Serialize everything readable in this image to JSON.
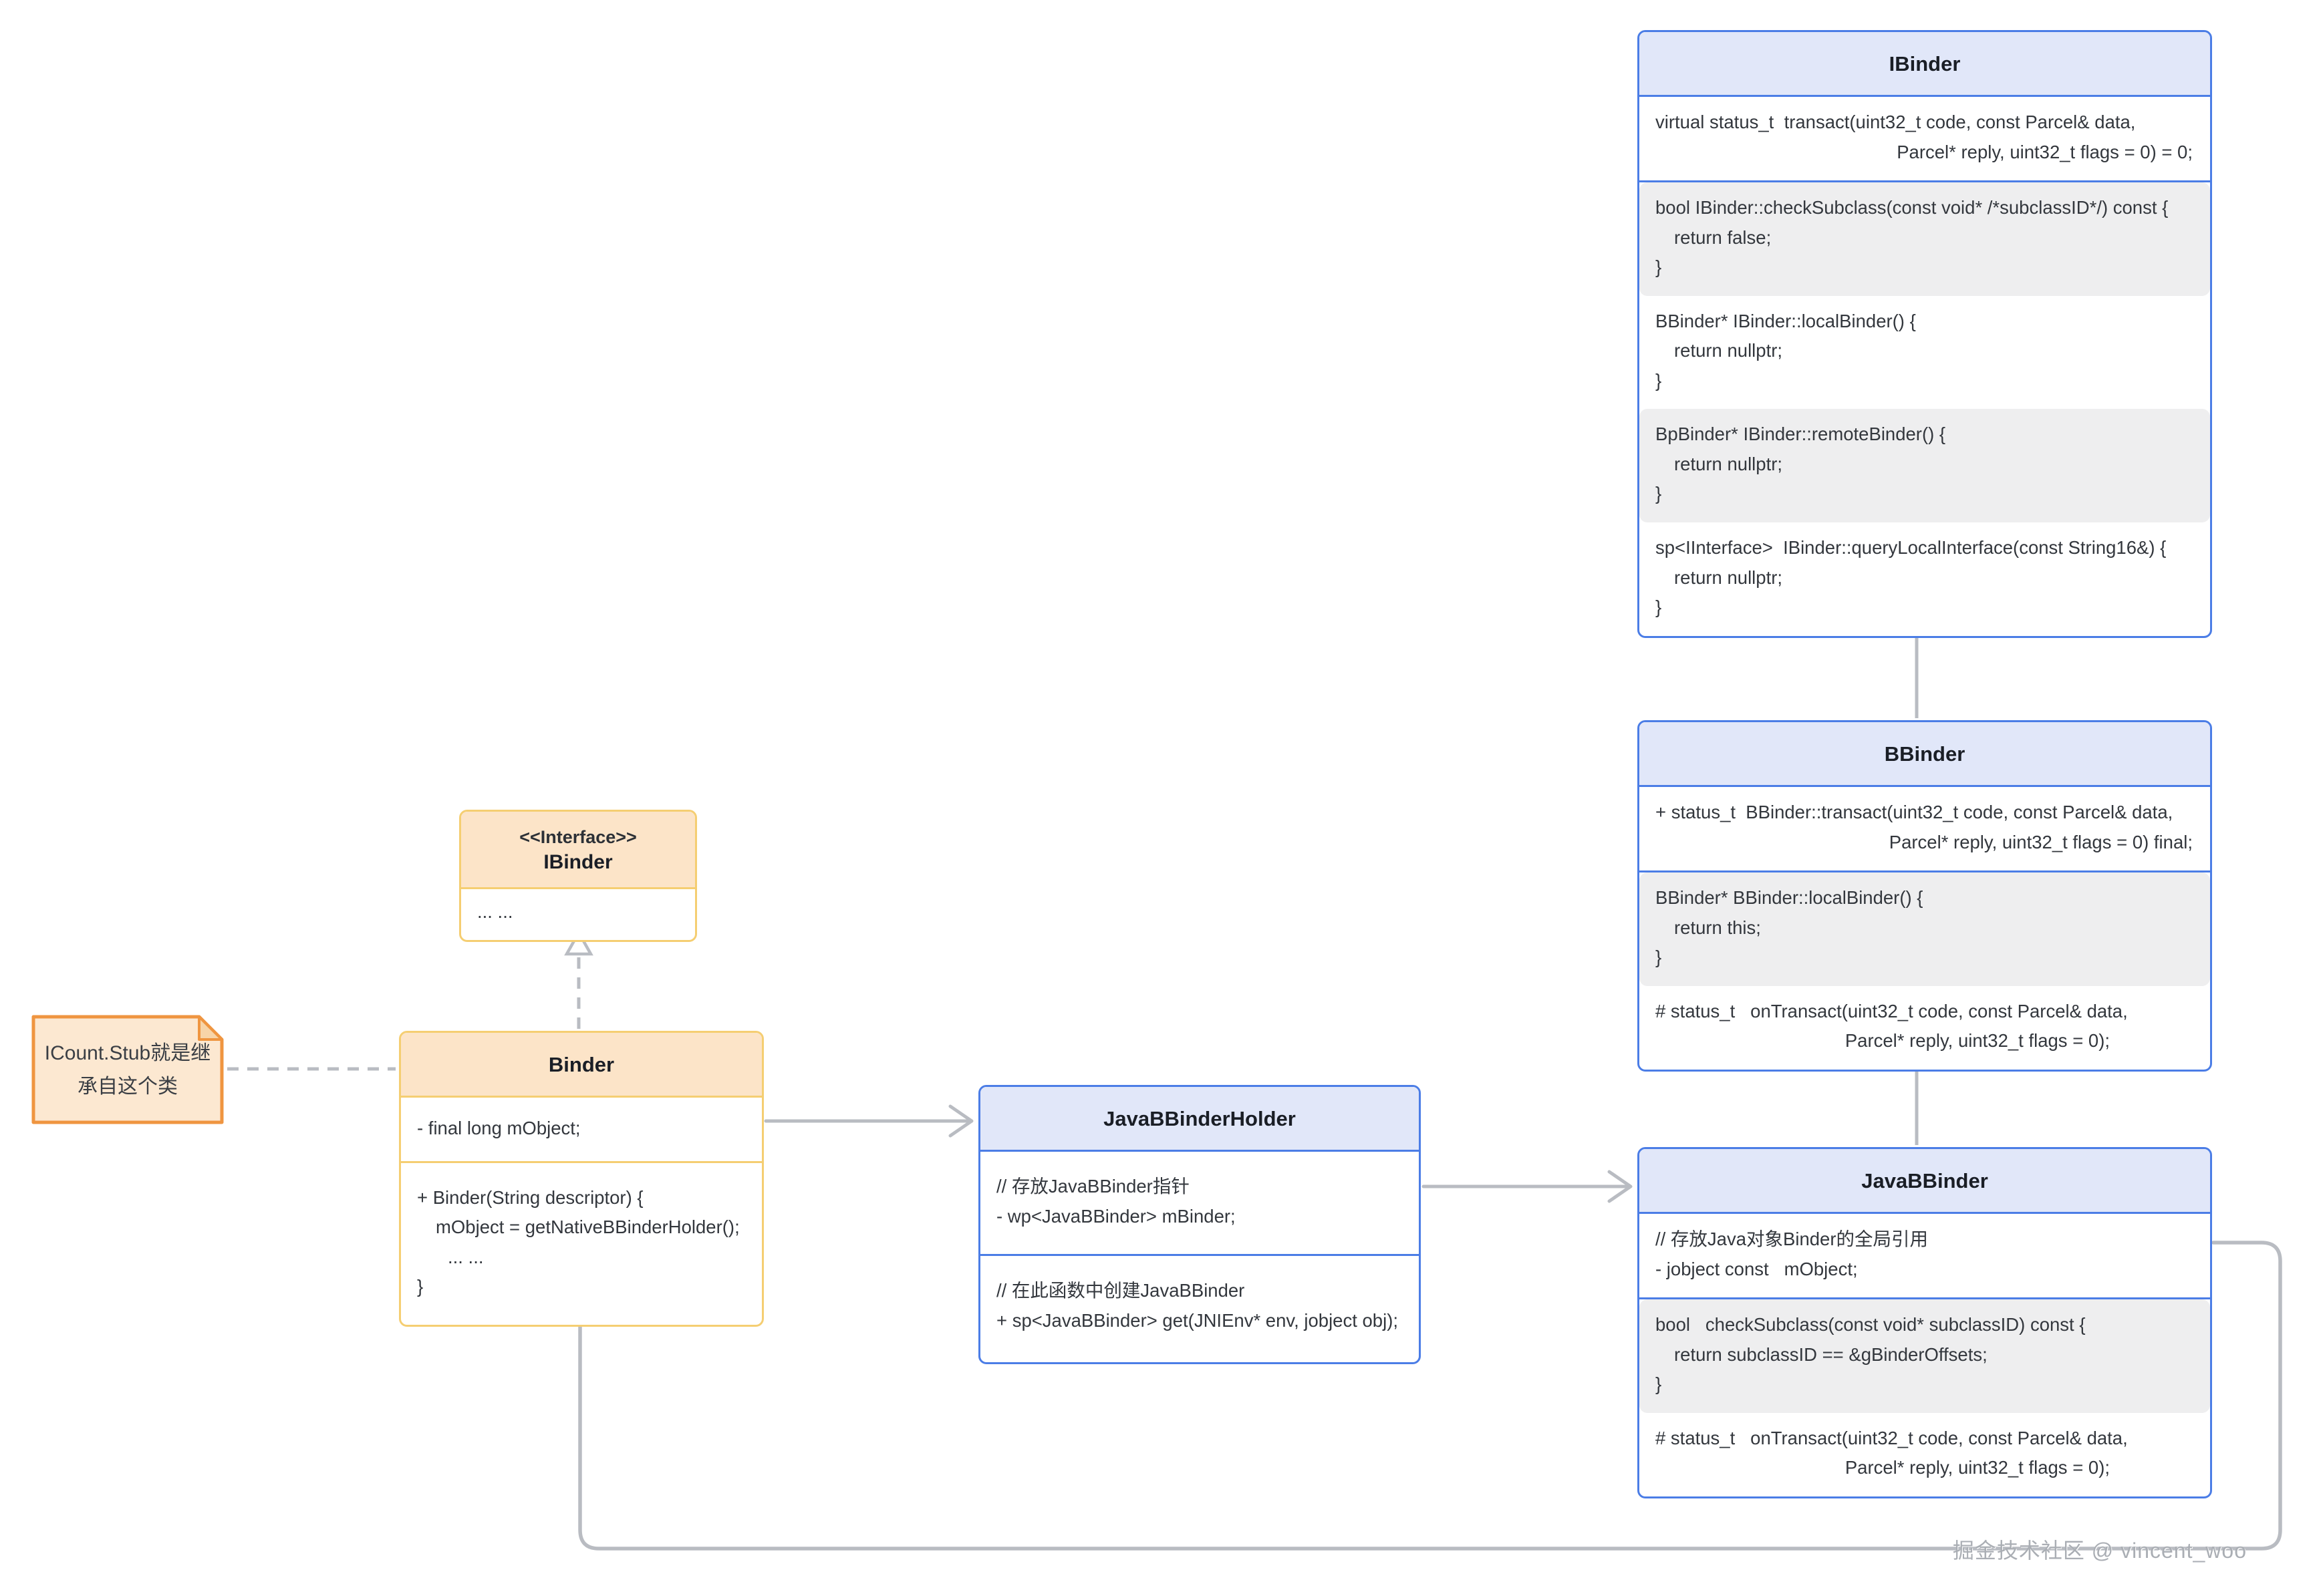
{
  "watermark": "掘金技术社区 @ vincent_woo",
  "note": {
    "text": "ICount.Stub就是继承自这个类"
  },
  "interface_box": {
    "stereotype": "<<Interface>>",
    "name": "IBinder",
    "body": "... ..."
  },
  "binder": {
    "title": "Binder",
    "attributes": [
      "- final long mObject;"
    ],
    "methods": [
      "+ Binder(String descriptor) {",
      "mObject = getNativeBBinderHolder();",
      "... ...",
      "}"
    ]
  },
  "holder": {
    "title": "JavaBBinderHolder",
    "s1": [
      "// 存放JavaBBinder指针",
      "- wp<JavaBBinder> mBinder;"
    ],
    "s2": [
      "// 在此函数中创建JavaBBinder",
      "+ sp<JavaBBinder> get(JNIEnv* env, jobject obj);"
    ]
  },
  "ibinder": {
    "title": "IBinder",
    "s1": [
      "virtual status_t  transact(uint32_t code, const Parcel& data,",
      "Parcel* reply, uint32_t flags = 0) = 0;"
    ],
    "s2": [
      "bool IBinder::checkSubclass(const void* /*subclassID*/) const {",
      "return false;",
      "}"
    ],
    "s3": [
      "BBinder* IBinder::localBinder() {",
      "return nullptr;",
      "}"
    ],
    "s4": [
      "BpBinder* IBinder::remoteBinder() {",
      "return nullptr;",
      "}"
    ],
    "s5": [
      "sp<IInterface>  IBinder::queryLocalInterface(const String16&) {",
      "return nullptr;",
      "}"
    ]
  },
  "bbinder": {
    "title": "BBinder",
    "s1": [
      "+ status_t  BBinder::transact(uint32_t code, const Parcel& data,",
      "Parcel* reply, uint32_t flags = 0) final;"
    ],
    "s2": [
      "BBinder* BBinder::localBinder() {",
      "return this;",
      "}"
    ],
    "s3": [
      "# status_t   onTransact(uint32_t code, const Parcel& data,",
      "Parcel* reply, uint32_t flags = 0);"
    ]
  },
  "javabbinder": {
    "title": "JavaBBinder",
    "s1": [
      "// 存放Java对象Binder的全局引用",
      "- jobject const   mObject;"
    ],
    "s2": [
      "bool   checkSubclass(const void* subclassID) const {",
      "return subclassID == &gBinderOffsets;",
      "}"
    ],
    "s3": [
      "# status_t   onTransact(uint32_t code, const Parcel& data,",
      "Parcel* reply, uint32_t flags = 0);"
    ]
  },
  "colors": {
    "blue_border": "#4b7de6",
    "blue_header_fill": "#e1e7f9",
    "gray_section_fill": "#eeeeef",
    "orange_border": "#f5ce72",
    "orange_header_fill": "#fce4c8",
    "note_border": "#ef9540",
    "note_fill": "#fce8d1",
    "note_fold_fill": "#f7d4a8",
    "connector_gray": "#b9bcc2"
  }
}
